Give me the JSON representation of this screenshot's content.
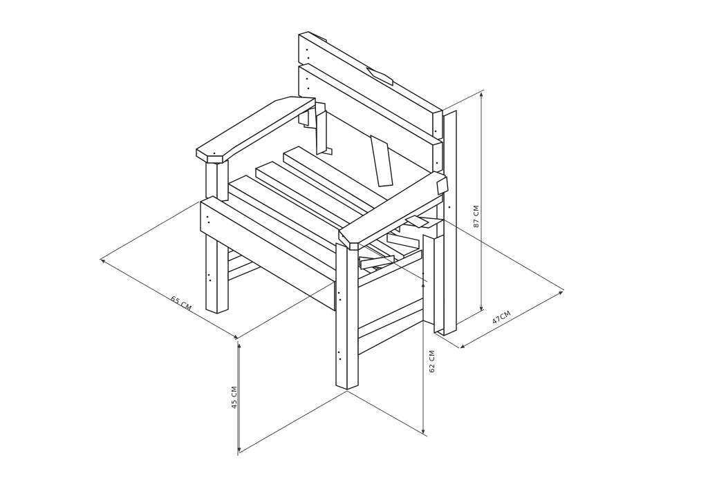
{
  "dimensions": {
    "width": "65 CM",
    "depth": "47CM",
    "total_height": "87 CM",
    "seat_height": "45 CM",
    "arm_height": "62 CM"
  },
  "colors": {
    "line": "#1a1a1a",
    "background": "#ffffff"
  }
}
